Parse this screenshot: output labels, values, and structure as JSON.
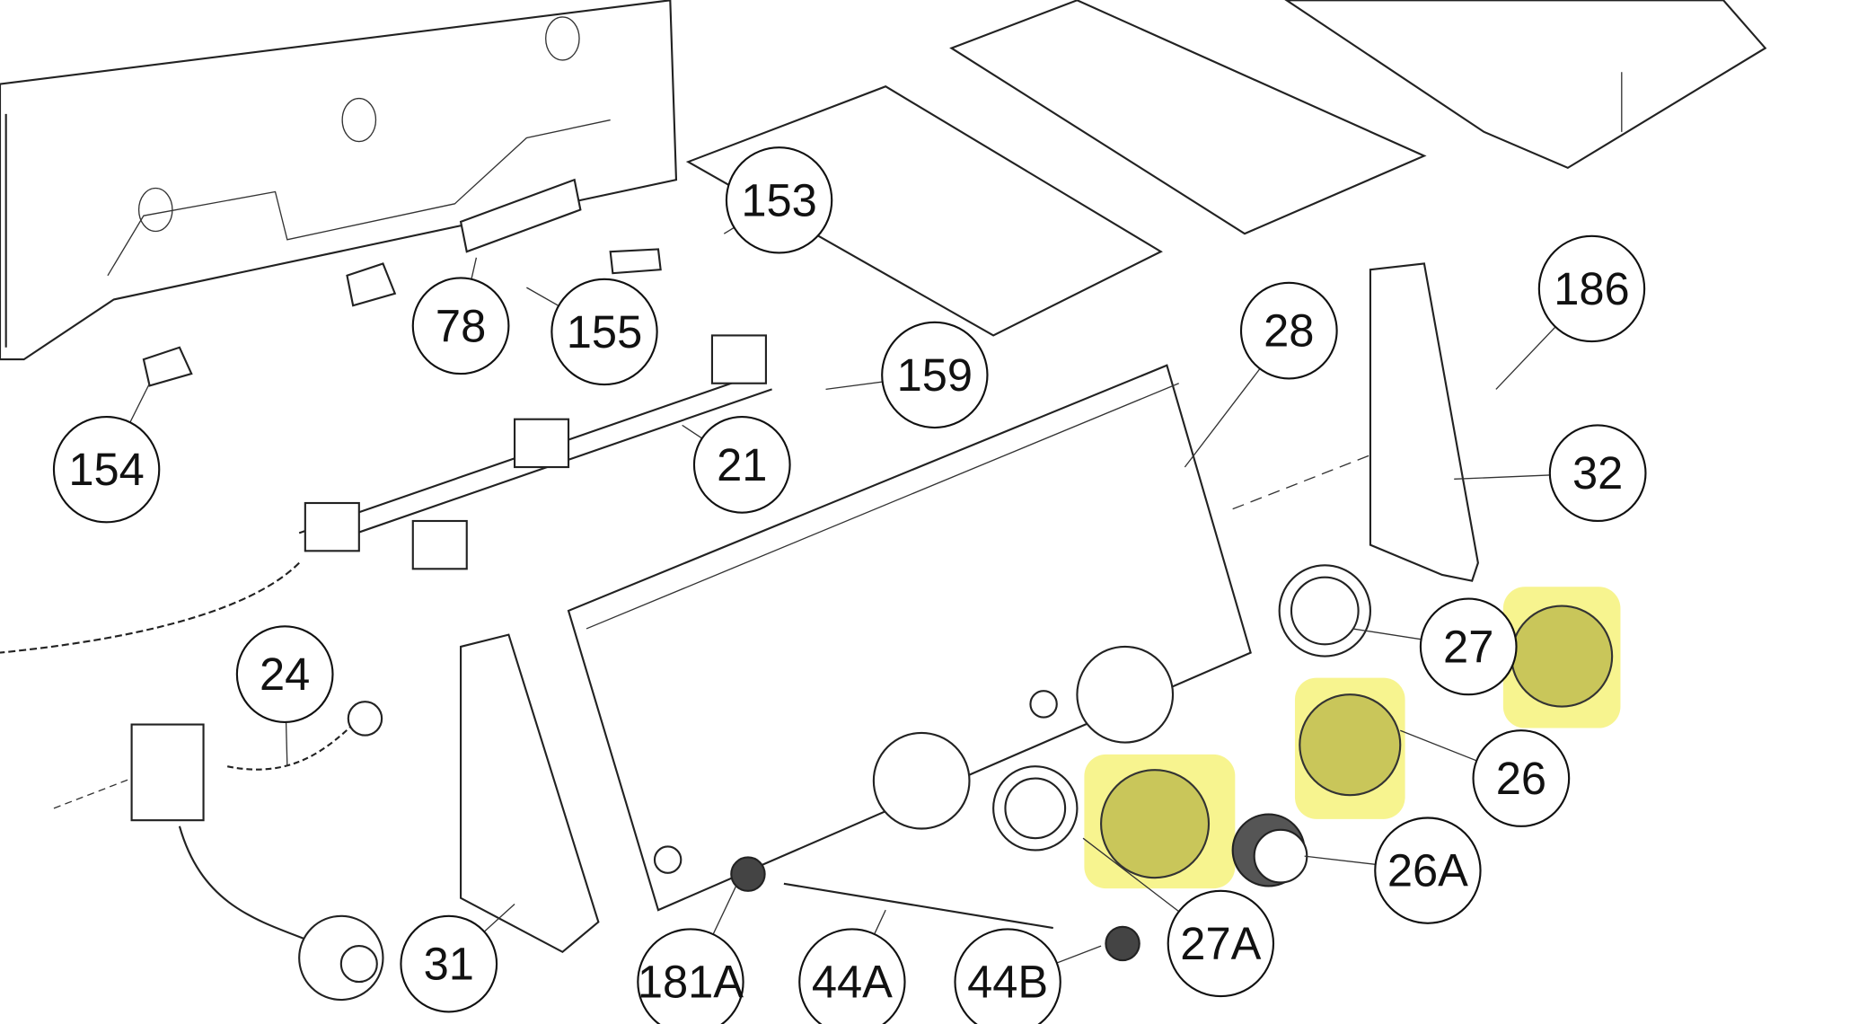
{
  "diagram": {
    "title": "Control panel exploded parts diagram",
    "highlight_color": "#f4f06a",
    "callouts": [
      {
        "label": "153"
      },
      {
        "label": "78"
      },
      {
        "label": "155"
      },
      {
        "label": "159"
      },
      {
        "label": "154"
      },
      {
        "label": "21"
      },
      {
        "label": "28"
      },
      {
        "label": "186"
      },
      {
        "label": "32"
      },
      {
        "label": "27"
      },
      {
        "label": "26"
      },
      {
        "label": "26A"
      },
      {
        "label": "27A"
      },
      {
        "label": "24"
      },
      {
        "label": "31"
      },
      {
        "label": "181A"
      },
      {
        "label": "44A"
      },
      {
        "label": "44B"
      }
    ]
  }
}
